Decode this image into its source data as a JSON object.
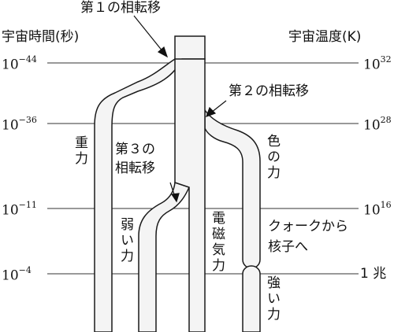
{
  "axes": {
    "left_title": "宇宙時間(秒)",
    "right_title": "宇宙温度(K)",
    "left_ticks": [
      {
        "base": "10",
        "exp": "−44"
      },
      {
        "base": "10",
        "exp": "−36"
      },
      {
        "base": "10",
        "exp": "−11"
      },
      {
        "base": "10",
        "exp": "−4"
      }
    ],
    "right_ticks": [
      {
        "base": "10",
        "exp": "32"
      },
      {
        "base": "10",
        "exp": "28"
      },
      {
        "base": "10",
        "exp": "16"
      },
      {
        "text": "1 兆"
      }
    ]
  },
  "transitions": {
    "first": "第１の相転移",
    "second": "第２の相転移",
    "third_line1": "第３の",
    "third_line2": "相転移"
  },
  "forces": {
    "gravity": "重力",
    "color": "色の力",
    "weak": "弱い力",
    "electromagnetic": "電磁気力",
    "strong": "強い力"
  },
  "annotations": {
    "quark_line1": "クォークから",
    "quark_line2": "核子へ"
  },
  "colors": {
    "branch_top": "#9e9e9e",
    "branch_bottom": "#f4f4f4",
    "outline": "#1a1a1a"
  }
}
